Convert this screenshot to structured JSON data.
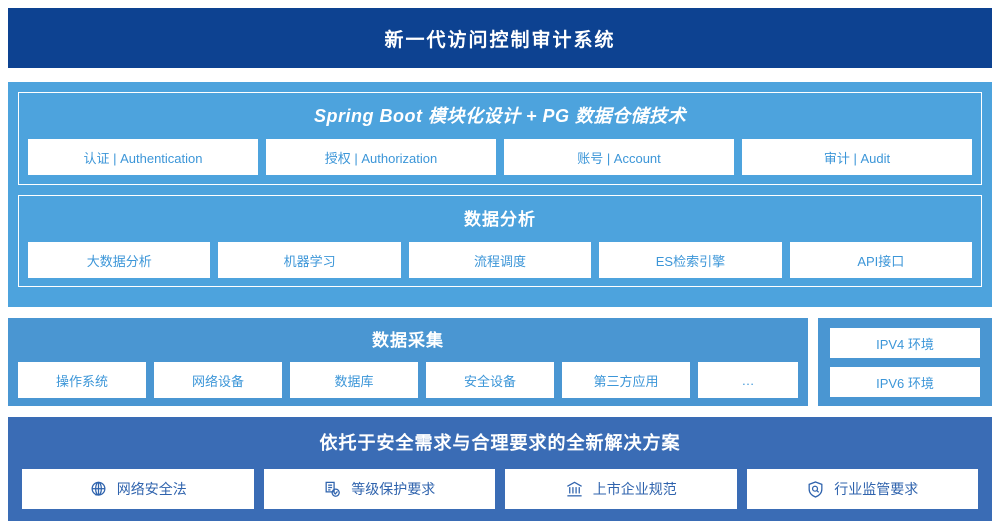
{
  "header": {
    "title": "新一代访问控制审计系统"
  },
  "platform": {
    "springboot": {
      "title": "Spring Boot 模块化设计 + PG 数据仓储技术",
      "items": [
        {
          "label": "认证 | Authentication"
        },
        {
          "label": "授权 | Authorization"
        },
        {
          "label": "账号 | Account"
        },
        {
          "label": "审计 | Audit"
        }
      ]
    },
    "analysis": {
      "title": "数据分析",
      "items": [
        {
          "label": "大数据分析"
        },
        {
          "label": "机器学习"
        },
        {
          "label": "流程调度"
        },
        {
          "label": "ES检索引擎"
        },
        {
          "label": "API接口"
        }
      ]
    }
  },
  "collect": {
    "title": "数据采集",
    "items": [
      {
        "label": "操作系统"
      },
      {
        "label": "网络设备"
      },
      {
        "label": "数据库"
      },
      {
        "label": "安全设备"
      },
      {
        "label": "第三方应用"
      },
      {
        "label": "…"
      }
    ]
  },
  "environment": {
    "items": [
      {
        "label": "IPV4 环境"
      },
      {
        "label": "IPV6 环境"
      }
    ]
  },
  "solution": {
    "title": "依托于安全需求与合理要求的全新解决方案",
    "items": [
      {
        "label": "网络安全法",
        "icon": "globe-icon"
      },
      {
        "label": "等级保护要求",
        "icon": "document-check-icon"
      },
      {
        "label": "上市企业规范",
        "icon": "bank-icon"
      },
      {
        "label": "行业监管要求",
        "icon": "shield-search-icon"
      }
    ]
  },
  "colors": {
    "header_blue": "#0d4291",
    "band_light_blue": "#4da3dd",
    "band_mid_blue": "#4a96d2",
    "band_dark_blue": "#3a6cb5",
    "chip_text_blue": "#3c96d8",
    "solution_chip_text_blue": "#2f63ad",
    "chip_background": "#ffffff"
  }
}
